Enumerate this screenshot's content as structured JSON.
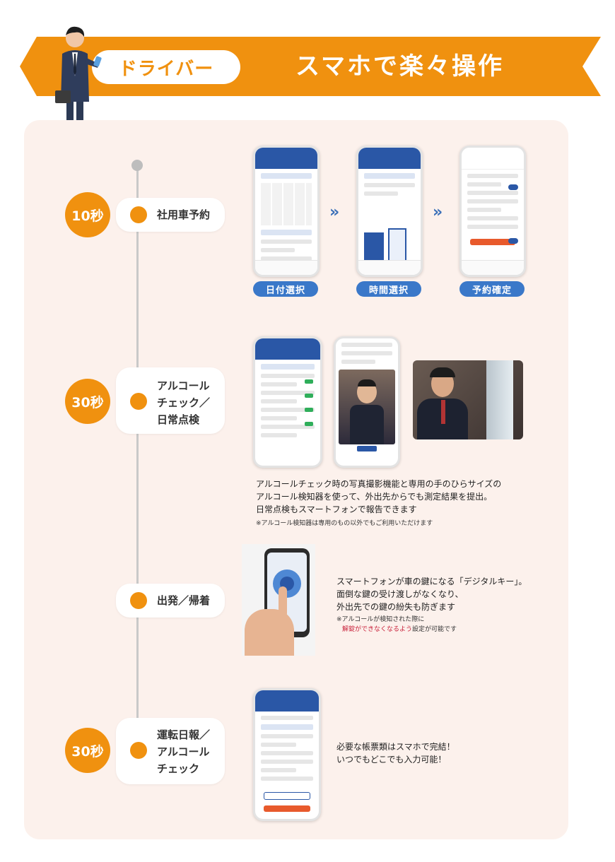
{
  "header": {
    "role": "ドライバー",
    "headline": "スマホで楽々操作"
  },
  "steps": [
    {
      "time": "10秒",
      "label": "社用車予約"
    },
    {
      "time": "30秒",
      "label_lines": [
        "アルコール",
        "チェック／",
        "日常点検"
      ]
    },
    {
      "time": "",
      "label": "出発／帰着"
    },
    {
      "time": "30秒",
      "label_lines": [
        "運転日報／",
        "アルコール",
        "チェック"
      ]
    }
  ],
  "reservation_flow": {
    "screens": [
      "日付選択",
      "時間選択",
      "予約確定"
    ]
  },
  "alcohol_check": {
    "description": [
      "アルコールチェック時の写真撮影機能と専用の手のひらサイズの",
      "アルコール検知器を使って、外出先からでも測定結果を提出。",
      "日常点検もスマートフォンで報告できます"
    ],
    "note": "※アルコール検知器は専用のもの以外でもご利用いただけます"
  },
  "departure": {
    "description": [
      "スマートフォンが車の鍵になる「デジタルキー」。",
      "面倒な鍵の受け渡しがなくなり、",
      "外出先での鍵の紛失も防ぎます"
    ],
    "note_line1": "※アルコールが検知された際に",
    "note_red": "解錠ができなくなるよう",
    "note_tail": "設定が可能です"
  },
  "daily_report": {
    "description": [
      "必要な帳票類はスマホで完結！",
      "いつでもどこでも入力可能！"
    ]
  },
  "colors": {
    "accent": "#f0910f",
    "blue": "#3a78c9",
    "panel": "#fcf1ec",
    "alert": "#c8203a"
  }
}
